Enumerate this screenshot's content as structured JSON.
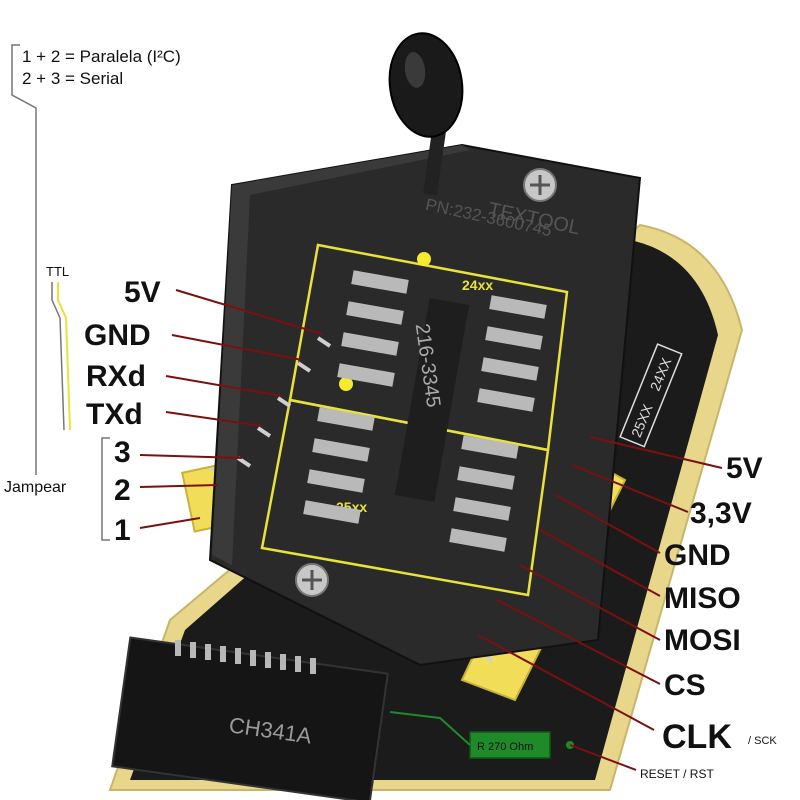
{
  "header": {
    "line1": "1 + 2 = Paralela (I²C)",
    "line2": "2 + 3 = Serial"
  },
  "socket": {
    "brand": "TEXTOOL",
    "part": "PN:232-3600745",
    "top_chip_label": "24xx",
    "bottom_chip_label": "25xx",
    "chip_marking": "216-3345"
  },
  "board": {
    "mode_labels": [
      "25XX",
      "24XX"
    ],
    "ic_marking": "CH341A",
    "resistor_label": "R 270 Ohm"
  },
  "left_labels": {
    "ttl_label": "TTL",
    "pins": [
      "5V",
      "GND",
      "RXd",
      "TXd"
    ],
    "jumper_label": "Jampear",
    "jumper_pins": [
      "3",
      "2",
      "1"
    ]
  },
  "right_labels": {
    "pins": [
      "5V",
      "3,3V",
      "GND",
      "MISO",
      "MOSI",
      "CS",
      "CLK"
    ],
    "clk_suffix": "/ SCK",
    "reset_label": "RESET / RST"
  },
  "colors": {
    "wire": "#7a1010",
    "socket": "#2a2a2a",
    "board": "#1b1b1b",
    "pcb_edge": "#e8d78a",
    "header_yellow": "#f2dd58",
    "highlight": "#e8e23a",
    "resistor": "#1f8a2a"
  }
}
